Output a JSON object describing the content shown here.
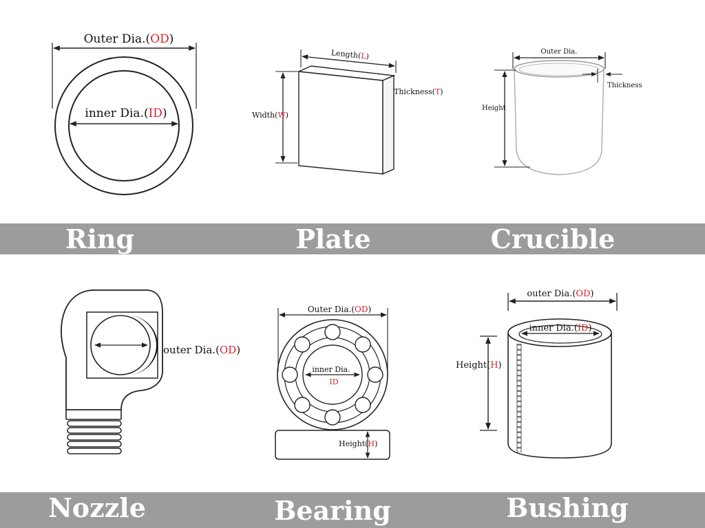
{
  "labels": {
    "ring_od_prefix": "Outer Dia.(",
    "ring_od_code": "OD",
    "ring_id_prefix": "inner Dia.(",
    "ring_id_code": "ID",
    "close_paren": ")",
    "plate_length_prefix": "Length(",
    "plate_length_code": "L",
    "plate_width_prefix": "Width(",
    "plate_width_code": "W",
    "plate_thickness_prefix": "Thickness(",
    "plate_thickness_code": "T",
    "crucible_od": "Outer Dia.",
    "crucible_height": "Height",
    "crucible_thickness": "Thickness",
    "nozzle_od_prefix": "outer Dia.(",
    "nozzle_od_code": "OD",
    "bearing_od_prefix": "Outer Dia.(",
    "bearing_od_code": "OD",
    "bearing_id_text": "inner Dia.",
    "bearing_id_code": "ID",
    "bearing_height_prefix": "Height(",
    "bearing_height_code": "H",
    "bushing_od_prefix": "outer Dia.(",
    "bushing_od_code": "OD",
    "bushing_id_prefix": "inner Dia.(",
    "bushing_id_code": "ID",
    "bushing_height_prefix": "Height(",
    "bushing_height_code": "H"
  },
  "captions": {
    "ring": "Ring",
    "plate": "Plate",
    "crucible": "Crucible",
    "nozzle": "Nozzle",
    "bearing": "Bearing",
    "bushing": "Bushing"
  },
  "colors": {
    "band": "#9c9c9c",
    "accent": "#d8232a",
    "caption_text": "#ffffff",
    "line": "#222222"
  }
}
